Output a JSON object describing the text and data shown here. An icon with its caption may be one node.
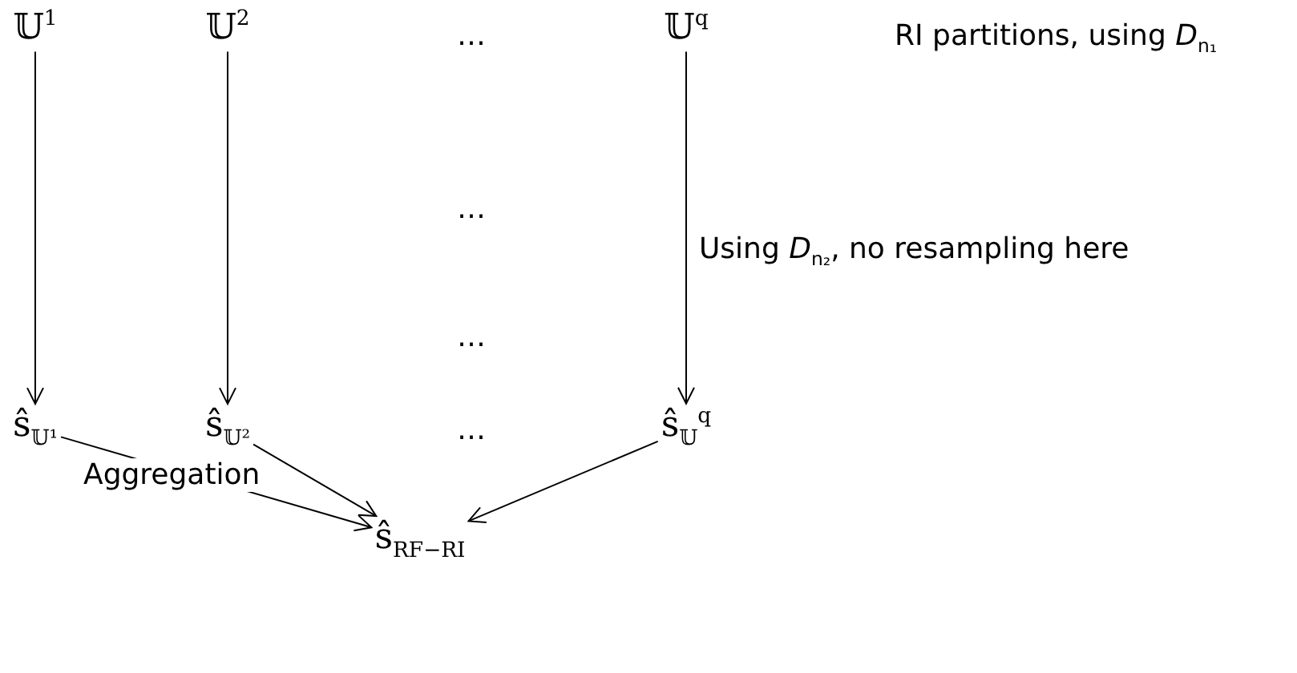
{
  "diagram": {
    "nodes": [
      {
        "text": [
          "𝕌$^{1}$"
        ]
      },
      {
        "text": [
          "𝕌$^{2}$"
        ]
      },
      {
        "text": [
          "𝕌$^{q}$"
        ]
      },
      {
        "text": [
          "ŝ$_{𝕌¹}$"
        ]
      },
      {
        "text": [
          "ŝ$_{𝕌²}$"
        ]
      },
      {
        "text": [
          "ŝ$_{𝕌}$$^{q}$"
        ]
      },
      {
        "text": [
          "ŝ$_{RF−RI}$"
        ]
      }
    ],
    "edges": [
      {
        "from": 0,
        "to": 3,
        "arrow": "to"
      },
      {
        "from": 1,
        "to": 4,
        "arrow": "to"
      },
      {
        "from": 2,
        "to": 5,
        "arrow": "to",
        "label": "Using *D*$_{n₂}$, no resampling here"
      },
      {
        "from": 3,
        "to": 6,
        "arrow": "to",
        "label": "Aggregation"
      },
      {
        "from": 4,
        "to": 6,
        "arrow": "to"
      },
      {
        "from": 5,
        "to": 6,
        "arrow": "to"
      }
    ],
    "labels": [
      "…",
      "RI partitions, using *D*$_{n₁}$",
      "…",
      "…",
      "…"
    ]
  }
}
